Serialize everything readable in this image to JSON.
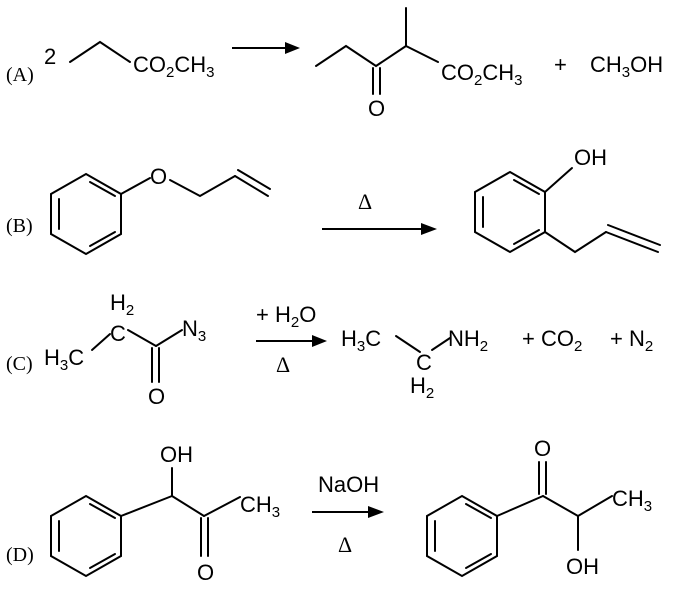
{
  "reactions": [
    {
      "label": "(A)",
      "coefficient": "2",
      "reactant_group": "CO",
      "reactant_sub": "2",
      "reactant_tail": "CH",
      "reactant_tail_sub": "3",
      "product_group": "CO",
      "product_sub": "2",
      "product_tail": "CH",
      "product_tail_sub": "3",
      "product_o": "O",
      "plus": "+",
      "byproduct": "CH",
      "byproduct_sub": "3",
      "byproduct_tail": "OH"
    },
    {
      "label": "(B)",
      "reactant_o": "O",
      "condition": "Δ",
      "product_oh": "OH"
    },
    {
      "label": "(C)",
      "h2_top": "H",
      "h2_top_sub": "2",
      "h3c": "H",
      "h3c_sub": "3",
      "h3c_tail": "C",
      "c_center": "C",
      "n3": "N",
      "n3_sub": "3",
      "o_bottom": "O",
      "reagent": "+ H",
      "reagent_sub": "2",
      "reagent_tail": "O",
      "condition": "Δ",
      "prod_h3c": "H",
      "prod_h3c_sub": "3",
      "prod_h3c_tail": "C",
      "prod_c": "C",
      "prod_nh": "NH",
      "prod_nh_sub": "2",
      "prod_h2": "H",
      "prod_h2_sub": "2",
      "co2": "+ CO",
      "co2_sub": "2",
      "n2": "+  N",
      "n2_sub": "2"
    },
    {
      "label": "(D)",
      "reactant_oh": "OH",
      "reactant_ch": "CH",
      "reactant_ch_sub": "3",
      "reactant_o": "O",
      "reagent": "NaOH",
      "condition": "Δ",
      "product_o": "O",
      "product_ch": "CH",
      "product_ch_sub": "3",
      "product_oh": "OH"
    }
  ]
}
